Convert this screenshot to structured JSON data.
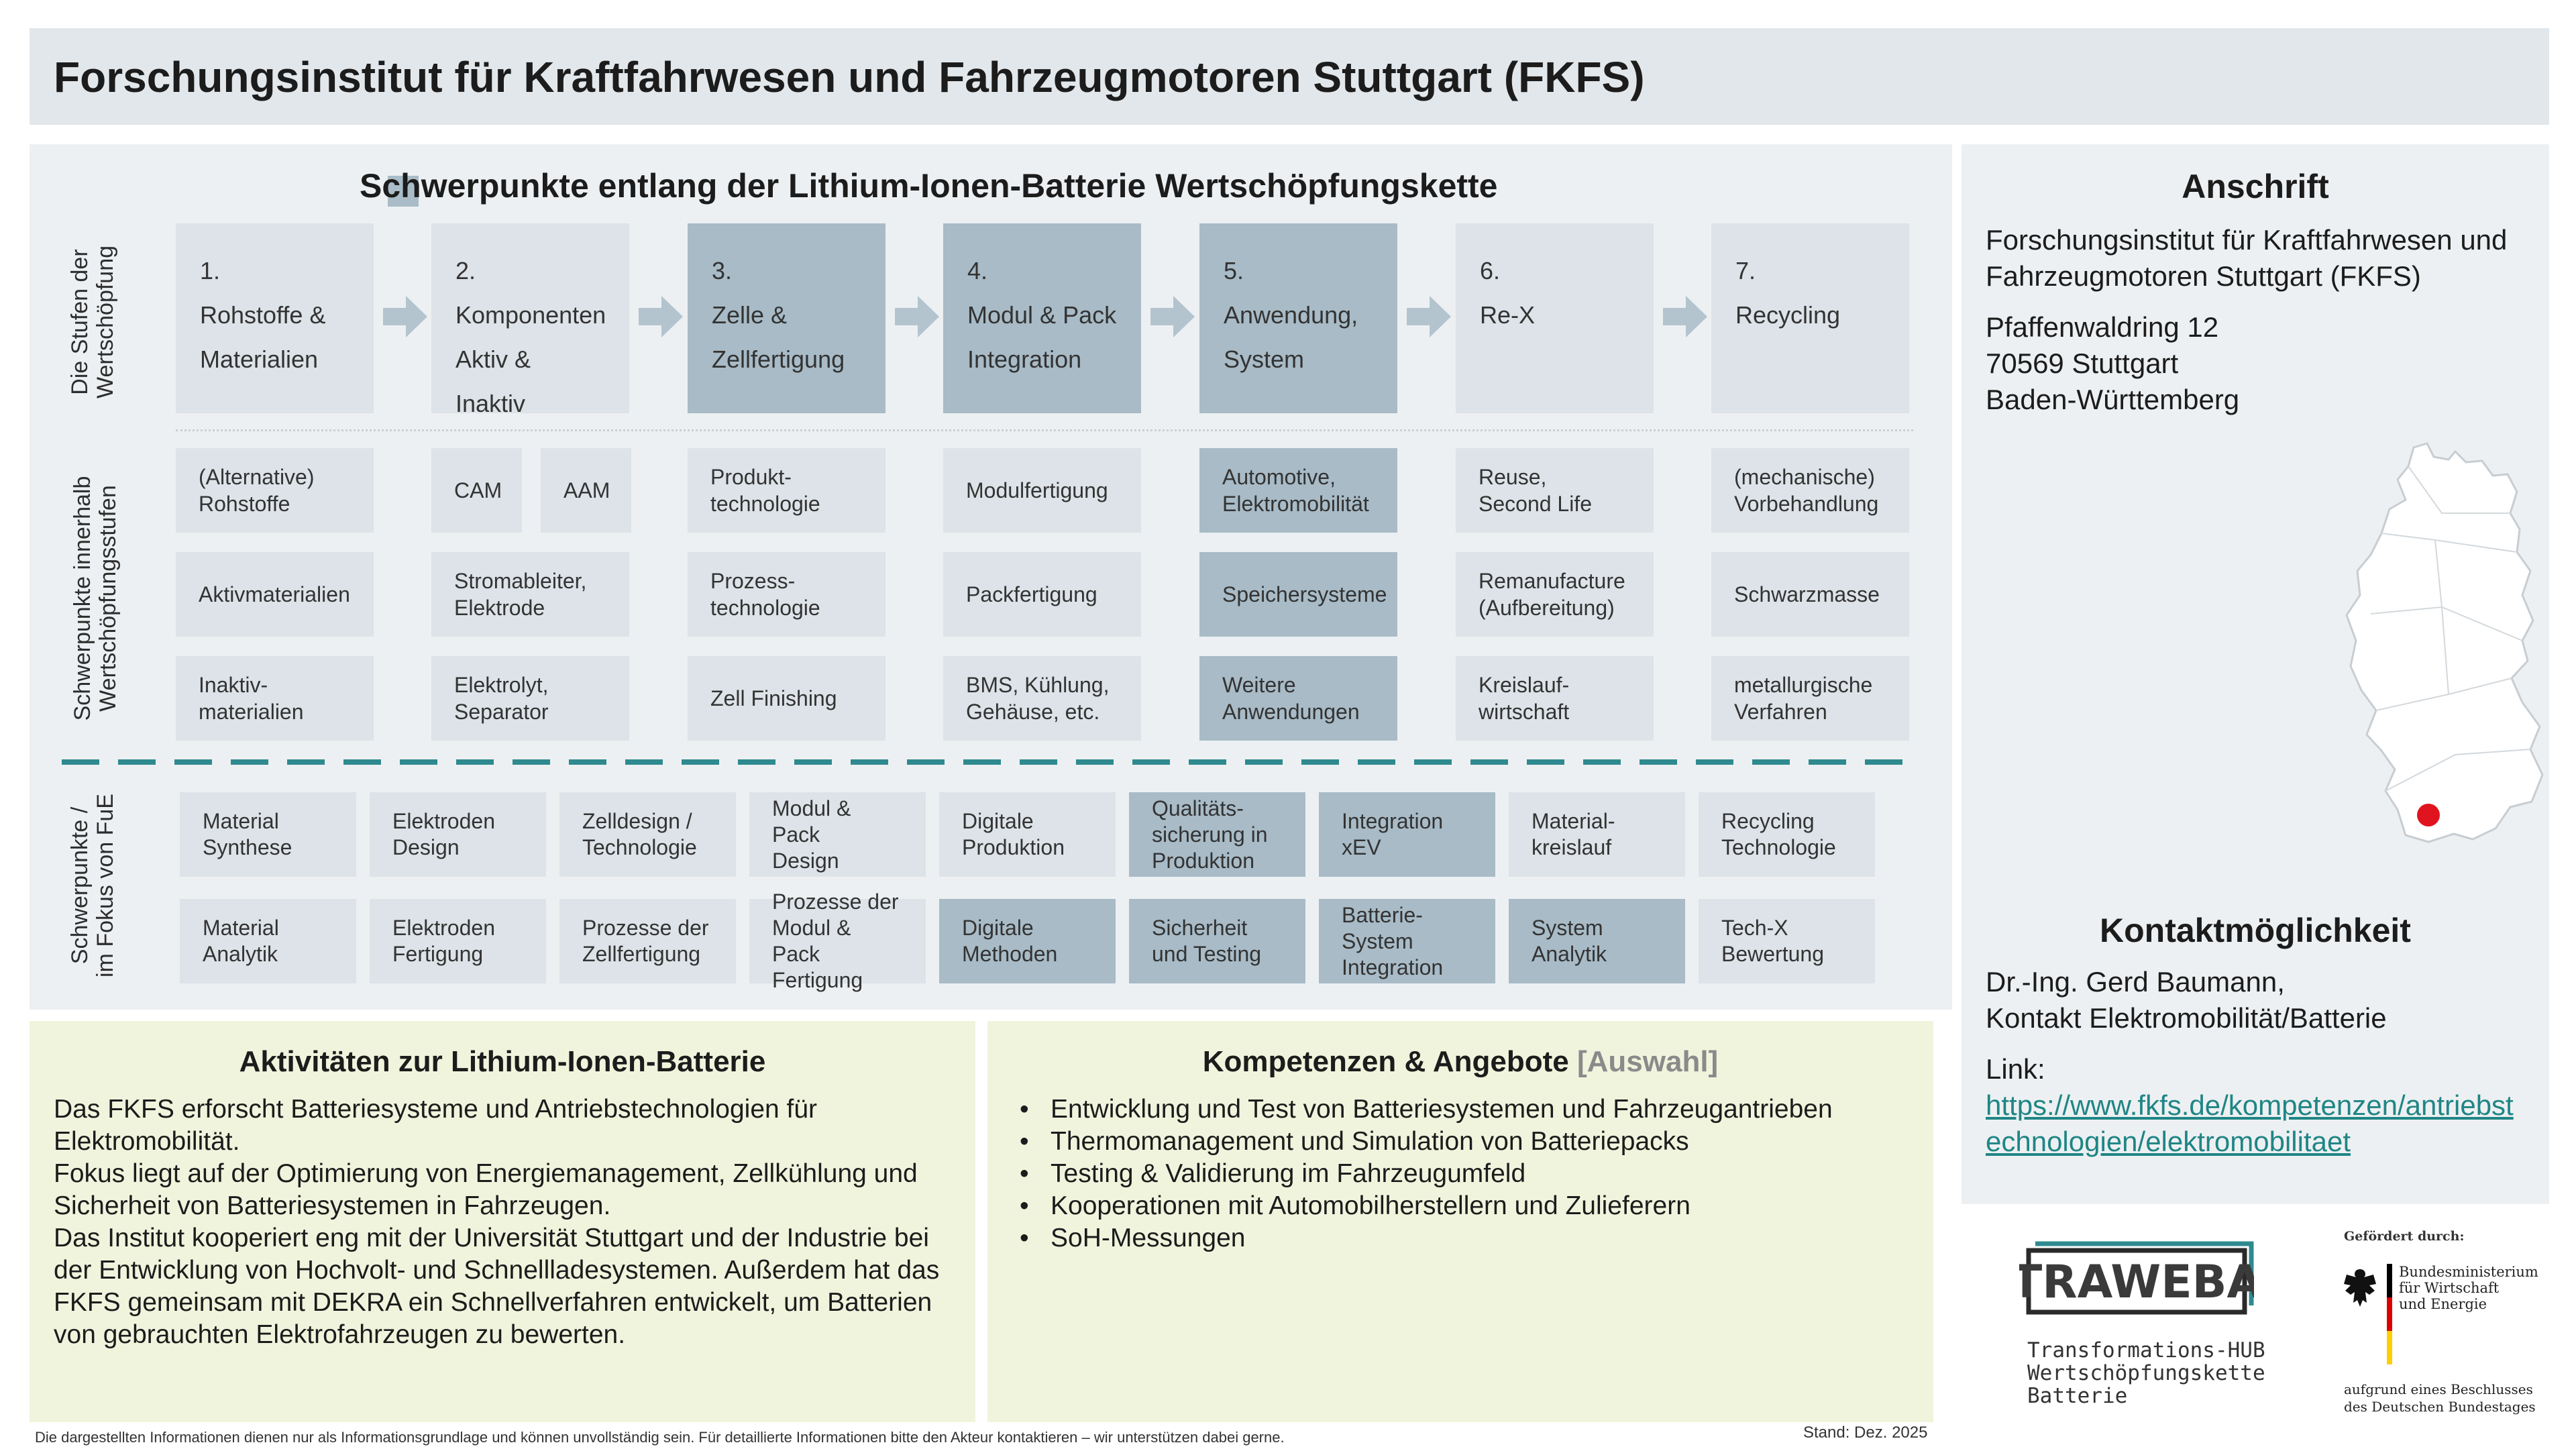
{
  "title": "Forschungsinstitut für Kraftfahrwesen und Fahrzeugmotoren Stuttgart (FKFS)",
  "chain": {
    "heading": "Schwerpunkte entlang der Lithium-Ionen-Batterie Wertschöpfungskette",
    "side_labels": {
      "stages": "Die Stufen der\nWertschöpfung",
      "focus": "Schwerpunkte innerhalb\nWertschöpfungsstufen",
      "fue": "Schwerpunkte /\nim Fokus  von FuE"
    },
    "stages": [
      {
        "num": "1.",
        "line1": "Rohstoffe &",
        "line2": "Materialien"
      },
      {
        "num": "2.",
        "line1": "Komponenten",
        "line2": "Aktiv & Inaktiv"
      },
      {
        "num": "3.",
        "line1": "Zelle &",
        "line2": "Zellfertigung"
      },
      {
        "num": "4.",
        "line1": "Modul & Pack",
        "line2": "Integration"
      },
      {
        "num": "5.",
        "line1": "Anwendung,",
        "line2": "System"
      },
      {
        "num": "6.",
        "line1": "Re-X",
        "line2": ""
      },
      {
        "num": "7.",
        "line1": "Recycling",
        "line2": ""
      }
    ],
    "focus_rows": [
      [
        "(Alternative)\nRohstoffe",
        "CAM",
        "AAM",
        "Produkt-\ntechnologie",
        "Modulfertigung",
        "Automotive,\nElektromobilität",
        "Reuse,\nSecond Life",
        "(mechanische)\nVorbehandlung"
      ],
      [
        "Aktivmaterialien",
        "Stromableiter,\nElektrode",
        "Prozess-\ntechnologie",
        "Packfertigung",
        "Speichersysteme",
        "Remanufacture\n(Aufbereitung)",
        "Schwarzmasse"
      ],
      [
        "Inaktiv-\nmaterialien",
        "Elektrolyt,\nSeparator",
        "Zell Finishing",
        "BMS, Kühlung,\nGehäuse, etc.",
        "Weitere\nAnwendungen",
        "Kreislauf-\nwirtschaft",
        "metallurgische\nVerfahren"
      ]
    ],
    "fue_rows": [
      [
        "Material\nSynthese",
        "Elektroden\nDesign",
        "Zelldesign /\nTechnologie",
        "Modul & Pack\nDesign",
        "Digitale\nProduktion",
        "Qualitäts-\nsicherung in\nProduktion",
        "Integration\nxEV",
        "Material-\nkreislauf",
        "Recycling\nTechnologie"
      ],
      [
        "Material\nAnalytik",
        "Elektroden\nFertigung",
        "Prozesse der\nZellfertigung",
        "Prozesse der\nModul & Pack\nFertigung",
        "Digitale\nMethoden",
        "Sicherheit\nund Testing",
        "Batterie-\nSystem\nIntegration",
        "System\nAnalytik",
        "Tech-X\nBewertung"
      ]
    ]
  },
  "address": {
    "heading": "Anschrift",
    "name": "Forschungsinstitut für Kraftfahrwesen und\nFahrzeugmotoren Stuttgart (FKFS)",
    "street": "Pfaffenwaldring 12",
    "city": "70569 Stuttgart",
    "state": "Baden-Württemberg"
  },
  "contact": {
    "heading": "Kontaktmöglichkeit",
    "person": "Dr.-Ing. Gerd Baumann,",
    "role": "Kontakt Elektromobilität/Batterie",
    "link_label": "Link:",
    "link": "https://www.fkfs.de/kompetenzen/antriebst\nechnologien/elektromobilitaet"
  },
  "activities": {
    "heading": "Aktivitäten zur Lithium-Ionen-Batterie",
    "text": "Das FKFS erforscht Batteriesysteme und Antriebstechnologien für\nElektromobilität.\nFokus liegt auf der Optimierung von Energiemanagement, Zellkühlung und\nSicherheit von Batteriesystemen in Fahrzeugen.\nDas Institut kooperiert eng mit der Universität Stuttgart und der Industrie bei\nder Entwicklung von Hochvolt- und Schnellladesystemen. Außerdem hat das\nFKFS gemeinsam mit DEKRA ein Schnellverfahren entwickelt, um Batterien\nvon gebrauchten Elektrofahrzeugen zu bewerten."
  },
  "offers": {
    "heading": "Kompetenzen & Angebote",
    "heading_suffix": "[Auswahl]",
    "items": [
      "Entwicklung und Test von Batteriesystemen und Fahrzeugantrieben",
      "Thermomanagement und Simulation von Batteriepacks",
      "Testing & Validierung im Fahrzeugumfeld",
      "Kooperationen mit Automobilherstellern und Zulieferern",
      "SoH-Messungen"
    ]
  },
  "footer": {
    "note": "Die dargestellten Informationen dienen nur als Informationsgrundlage und können unvollständig sein. Für detaillierte Informationen bitte den Akteur kontaktieren – wir unterstützen dabei gerne.",
    "date": "Stand: Dez. 2025"
  },
  "logos": {
    "traweba": "TRAWEBA",
    "traweba_sub": "Transformations-HUB\nWertschöpfungskette\nBatterie",
    "funded_by": "Gefördert durch:",
    "ministry": "Bundesministerium\nfür Wirtschaft\nund Energie",
    "resolution": "aufgrund eines Beschlusses\ndes Deutschen Bundestages"
  },
  "colors": {
    "accent_teal": "#2e8a8e",
    "box_light": "#dde3e8",
    "box_dark": "#a8bbc7",
    "panel_green": "#f1f4dd",
    "map_marker": "#e0141e"
  }
}
